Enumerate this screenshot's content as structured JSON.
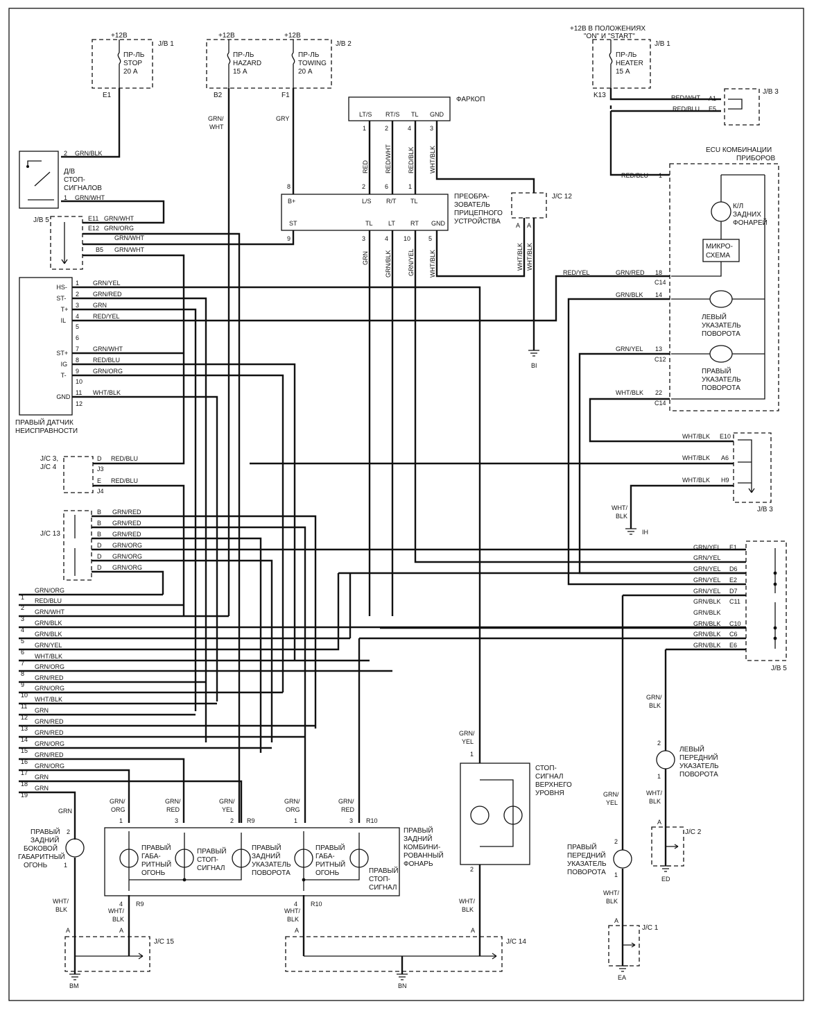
{
  "supply": {
    "plus12": "+12В",
    "ign": "+12В В ПОЛОЖЕНИЯХ",
    "ign2": "\"ON\" И \"START\""
  },
  "blocks": {
    "jb1": "J/B 1",
    "jb1b": "J/B 1",
    "jb2": "J/B 2",
    "jb3": "J/B 3",
    "jb3b": "J/B 3",
    "jb5": "J/B 5",
    "jb5b": "J/B 5",
    "jc12": "J/C 12",
    "jc3": "J/C 3,",
    "jc4": "J/C 4",
    "jc13": "J/C 13",
    "jc15": "J/C 15",
    "jc14": "J/C 14",
    "jc2": "J/C 2",
    "jc1": "J/C 1"
  },
  "fuses": {
    "stop": [
      "ПР-ЛЬ",
      "STOP",
      "20 А"
    ],
    "hazard": [
      "ПР-ЛЬ",
      "HAZARD",
      "15 А"
    ],
    "towing": [
      "ПР-ЛЬ",
      "TOWING",
      "20 А"
    ],
    "heater": [
      "ПР-ЛЬ",
      "HEATER",
      "15 А"
    ]
  },
  "pins": {
    "e1": "E1",
    "b2": "B2",
    "f1": "F1",
    "k13": "K13",
    "a1": "A1",
    "e5": "E5",
    "e11": "E11",
    "e12": "E12",
    "b5": "B5",
    "e10": "E10",
    "a6": "A6",
    "h9": "H9",
    "pE1": "E1",
    "pD6": "D6",
    "pE2": "E2",
    "pD7": "D7",
    "pC11": "C11",
    "pC10": "C10",
    "pC6": "C6",
    "pE6": "E6",
    "c14a": "C14",
    "c12": "C12",
    "c14b": "C14",
    "r9a": "R9",
    "r9b": "R9",
    "r10a": "R10",
    "r10b": "R10",
    "j3": "J3",
    "j4": "J4",
    "dd": "D",
    "ee": "E",
    "b": "B",
    "d": "D",
    "a": "A",
    "n1": "1",
    "n2": "2",
    "n3": "3",
    "n4": "4",
    "n5": "5",
    "n6": "6",
    "n7": "7",
    "n8": "8",
    "n9": "9",
    "n10": "10",
    "n11": "11",
    "n12": "12",
    "n13": "13",
    "n14": "14",
    "n18": "18",
    "n22": "22"
  },
  "ground": {
    "bi": "BI",
    "ih": "IH",
    "bm": "BM",
    "bn": "BN",
    "ed": "ED",
    "ea": "EA"
  },
  "components": {
    "switch": [
      "Д/В",
      "СТОП-",
      "СИГНАЛОВ"
    ],
    "sensor": [
      "ПРАВЫЙ ДАТЧИК",
      "НЕИСПРАВНОСТИ"
    ],
    "farkop": "ФАРКОП",
    "converter": [
      "ПРЕОБРА-",
      "ЗОВАТЕЛЬ",
      "ПРИЦЕПНОГО",
      "УСТРОЙСТВА"
    ],
    "ecu": [
      "ECU КОМБИНАЦИИ",
      "ПРИБОРОВ"
    ],
    "tailLamp": [
      "К/Л",
      "ЗАДНИХ",
      "ФОНАРЕЙ"
    ],
    "micro": [
      "МИКРО-",
      "СХЕМА"
    ],
    "leftInd": [
      "ЛЕВЫЙ",
      "УКАЗАТЕЛЬ",
      "ПОВОРОТА"
    ],
    "rightInd": [
      "ПРАВЫЙ",
      "УКАЗАТЕЛЬ",
      "ПОВОРОТА"
    ],
    "highStop": [
      "СТОП-",
      "СИГНАЛ",
      "ВЕРХНЕГО",
      "УРОВНЯ"
    ],
    "combLamp": [
      "ПРАВЫЙ",
      "ЗАДНИЙ",
      "КОМБИНИ-",
      "РОВАННЫЙ",
      "ФОНАРЬ"
    ],
    "sideLamp": [
      "ПРАВЫЙ",
      "ЗАДНИЙ",
      "БОКОВОЙ",
      "ГАБАРИТНЫЙ",
      "ОГОНЬ"
    ],
    "gab": [
      "ПРАВЫЙ",
      "ГАБА-",
      "РИТНЫЙ",
      "ОГОНЬ"
    ],
    "stopSig": [
      "ПРАВЫЙ",
      "СТОП-",
      "СИГНАЛ"
    ],
    "rearTurn": [
      "ПРАВЫЙ",
      "ЗАДНИЙ",
      "УКАЗАТЕЛЬ",
      "ПОВОРОТА"
    ],
    "gab2": [
      "ПРАВЫЙ",
      "ГАБА-",
      "РИТНЫЙ",
      "ОГОНЬ"
    ],
    "stop2": [
      "ПРАВЫЙ",
      "СТОП-",
      "СИГНАЛ"
    ],
    "frontLeft": [
      "ЛЕВЫЙ",
      "ПЕРЕДНИЙ",
      "УКАЗАТЕЛЬ",
      "ПОВОРОТА"
    ],
    "frontRight": [
      "ПРАВЫЙ",
      "ПЕРЕДНИЙ",
      "УКАЗАТЕЛЬ",
      "ПОВОРОТА"
    ]
  },
  "sensorTerms": [
    "HS-",
    "ST-",
    "T+",
    "IL",
    "",
    "",
    "ST+",
    "IG",
    "T-",
    "",
    "GND",
    ""
  ],
  "converterTerms": {
    "top": [
      "B+",
      "L/S",
      "R/T",
      "TL"
    ],
    "bottom": [
      "ST",
      "TL",
      "LT",
      "RT",
      "GND"
    ],
    "farkop": [
      "LT/S",
      "RT/S",
      "TL",
      "GND"
    ]
  },
  "wires": {
    "grnblk": "GRN/BLK",
    "grnwht": "GRN/WHT",
    "grnorg": "GRN/ORG",
    "grnyel": "GRN/YEL",
    "grnred": "GRN/RED",
    "grn": "GRN",
    "redyel": "RED/YEL",
    "redblu": "RED/BLU",
    "whtblk": "WHT/BLK",
    "redwht": "RED/WHT",
    "gry": "GRY",
    "red": "RED",
    "grnslash": "GRN/",
    "wht": "WHT",
    "blk": "BLK",
    "whtslash": "WHT/",
    "org": "ORG",
    "yel": "YEL"
  },
  "leftList": [
    "GRN/ORG",
    "RED/BLU",
    "GRN/WHT",
    "GRN/BLK",
    "GRN/BLK",
    "GRN/YEL",
    "WHT/BLK",
    "GRN/ORG",
    "GRN/RED",
    "GRN/ORG",
    "WHT/BLK",
    "GRN",
    "GRN/RED",
    "GRN/RED",
    "GRN/ORG",
    "GRN/RED",
    "GRN/ORG",
    "GRN",
    "GRN"
  ],
  "sensorWires": [
    "GRN/YEL",
    "GRN/RED",
    "GRN",
    "RED/YEL",
    "",
    "",
    "GRN/WHT",
    "RED/BLU",
    "GRN/ORG",
    "",
    "WHT/BLK",
    ""
  ],
  "jc13Wires": [
    "GRN/RED",
    "GRN/RED",
    "GRN/RED",
    "GRN/ORG",
    "GRN/ORG",
    "GRN/ORG"
  ],
  "jb5Wires": [
    "GRN/YEL",
    "GRN/YEL",
    "GRN/YEL",
    "GRN/YEL",
    "GRN/YEL",
    "GRN/BLK",
    "GRN/BLK",
    "GRN/BLK",
    "GRN/BLK",
    "GRN/BLK"
  ]
}
